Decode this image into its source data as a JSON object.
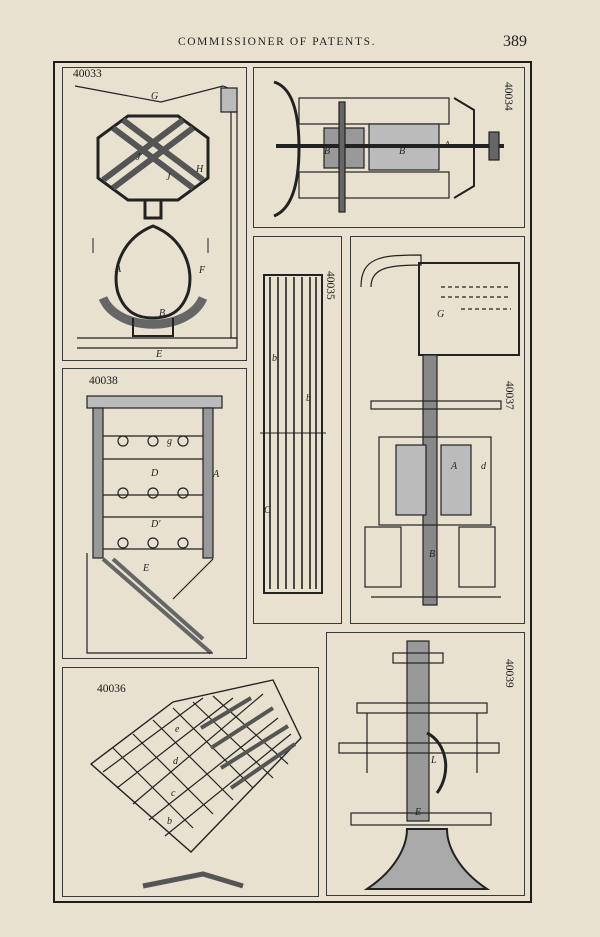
{
  "header": {
    "running_title": "COMMISSIONER OF PATENTS.",
    "page_number": "389"
  },
  "figures": {
    "fig_40033": {
      "number": "40033",
      "labels": [
        "G",
        "J",
        "J",
        "H",
        "A",
        "F",
        "B",
        "E"
      ]
    },
    "fig_40034": {
      "number": "40034",
      "labels": [
        "B",
        "B",
        "A"
      ]
    },
    "fig_40035": {
      "number": "40035",
      "labels": [
        "b",
        "b",
        "C"
      ]
    },
    "fig_40037": {
      "number": "40037",
      "labels": [
        "G",
        "A",
        "d",
        "B"
      ]
    },
    "fig_40038": {
      "number": "40038",
      "labels": [
        "g",
        "D",
        "D'",
        "A",
        "E"
      ]
    },
    "fig_40036": {
      "number": "40036",
      "labels": [
        "e",
        "d",
        "c",
        "b"
      ]
    },
    "fig_40039": {
      "number": "40039",
      "labels": [
        "L",
        "E"
      ]
    }
  },
  "colors": {
    "paper": "#e9e1d0",
    "ink": "#222222"
  }
}
